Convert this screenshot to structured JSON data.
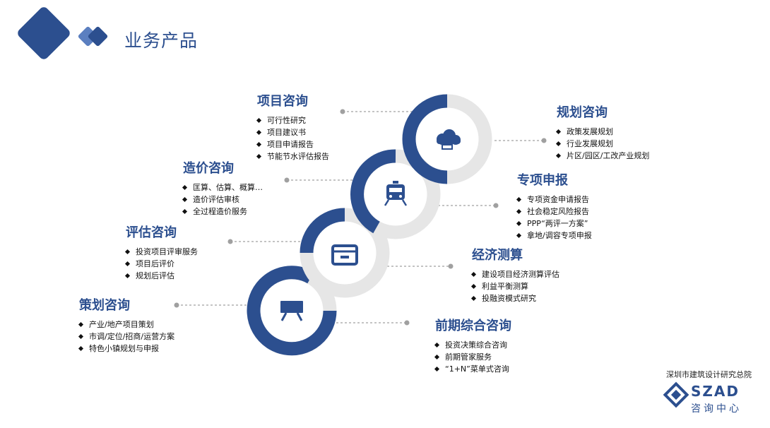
{
  "header": {
    "title": "业务产品"
  },
  "groups": {
    "xiangmu": {
      "title": "项目咨询",
      "items": [
        "可行性研究",
        "项目建议书",
        "项目申请报告",
        "节能节水评估报告"
      ]
    },
    "zaojia": {
      "title": "造价咨询",
      "items": [
        "匡算、估算、概算…",
        "造价评估审核",
        "全过程造价服务"
      ]
    },
    "pinggu": {
      "title": "评估咨询",
      "items": [
        "投资项目评审服务",
        "项目后评价",
        "规划后评估"
      ]
    },
    "cehua": {
      "title": "策划咨询",
      "items": [
        "产业/地产项目策划",
        "市调/定位/招商/运营方案",
        "特色小镇规划与申报"
      ]
    },
    "guihua": {
      "title": "规划咨询",
      "items": [
        "政策发展规划",
        "行业发展规划",
        "片区/园区/工改产业规划"
      ]
    },
    "zhuanxiang": {
      "title": "专项申报",
      "items": [
        "专项资金申请报告",
        "社会稳定风险报告",
        "PPP“两评一方案”",
        "拿地/调容专项申报"
      ]
    },
    "jingji": {
      "title": "经济测算",
      "items": [
        "建设项目经济测算评估",
        "利益平衡测算",
        "投融资模式研究"
      ]
    },
    "qianqi": {
      "title": "前期综合咨询",
      "items": [
        "投资决策综合咨询",
        "前期管家服务",
        "“1+N”菜单式咨询"
      ]
    }
  },
  "footer": {
    "org": "深圳市建筑设计研究总院",
    "brand": "SZAD",
    "center": "咨询中心"
  },
  "colors": {
    "primary": "#2c4f8f",
    "ring_bg": "#e6e6e6",
    "connector": "#a0a0a0",
    "diamond_light": "#5b7fc0"
  },
  "icons": [
    "cloud-icon",
    "train-icon",
    "archive-box-icon",
    "presentation-board-icon"
  ]
}
